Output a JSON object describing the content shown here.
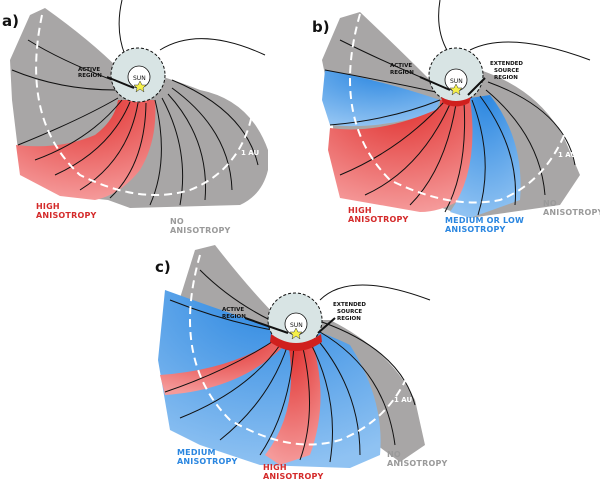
{
  "figure": {
    "panels": [
      {
        "id": "a",
        "label": "a)",
        "sun_label": "SUN",
        "active_region_label_1": "ACTIVE",
        "active_region_label_2": "REGION",
        "au_label": "1 AU",
        "zones": [
          {
            "line1": "HIGH",
            "line2": "ANISOTROPY",
            "color": "#d42a2a"
          },
          {
            "line1": "NO",
            "line2": "ANISOTROPY",
            "color": "#9a9a9a"
          }
        ]
      },
      {
        "id": "b",
        "label": "b)",
        "sun_label": "SUN",
        "active_region_label_1": "ACTIVE",
        "active_region_label_2": "REGION",
        "source_label_1": "EXTENDED",
        "source_label_2": "SOURCE",
        "source_label_3": "REGION",
        "au_label": "1 AU",
        "zones": [
          {
            "line1": "HIGH",
            "line2": "ANISOTROPY",
            "color": "#d42a2a"
          },
          {
            "line1": "MEDIUM OR LOW",
            "line2": "ANISOTROPY",
            "color": "#2a86e0"
          },
          {
            "line1": "NO",
            "line2": "ANISOTROPY",
            "color": "#9a9a9a"
          }
        ]
      },
      {
        "id": "c",
        "label": "c)",
        "sun_label": "SUN",
        "active_region_label_1": "ACTIVE",
        "active_region_label_2": "REGION",
        "source_label_1": "EXTENDED",
        "source_label_2": "SOURCE",
        "source_label_3": "REGION",
        "au_label": "1 AU",
        "zones": [
          {
            "line1": "MEDIUM",
            "line2": "ANISOTROPY",
            "color": "#2a86e0"
          },
          {
            "line1": "HIGH",
            "line2": "ANISOTROPY",
            "color": "#d42a2a"
          },
          {
            "line1": "NO",
            "line2": "ANISOTROPY",
            "color": "#9a9a9a"
          }
        ]
      }
    ],
    "colors": {
      "gray_fill": "#a8a6a6",
      "red_fill": "#f08a8a",
      "red_dark": "#e0302e",
      "blue_fill": "#6aaeee",
      "blue_dark": "#2a86e0",
      "corona_fill": "#d8e4e4",
      "star": "#f5f04a"
    }
  }
}
